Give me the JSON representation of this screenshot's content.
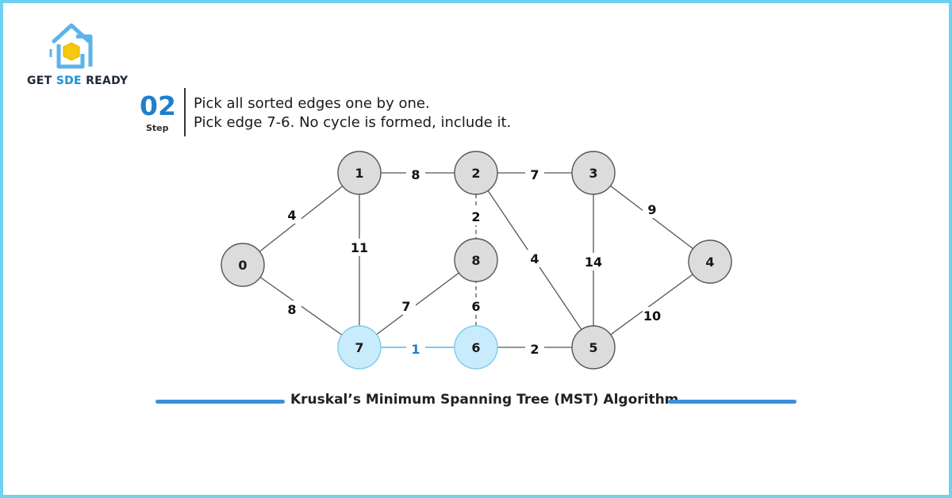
{
  "brand": {
    "name_part1": "GET",
    "name_accent": "SDE",
    "name_part2": "READY"
  },
  "step": {
    "number": "02",
    "label": "Step",
    "line1": "Pick all sorted edges one by one.",
    "line2": "Pick edge 7-6. No cycle is formed, include it."
  },
  "caption": "Kruskal’s Minimum Spanning Tree (MST) Algorithm",
  "colors": {
    "frame": "#6fd0f0",
    "accent_blue": "#1e7fcf",
    "node_fill": "#dcdcdc",
    "node_highlight": "#c8ecfb",
    "highlight_edge": "#7fc9ec",
    "edge": "#555555"
  },
  "graph": {
    "nodes": [
      {
        "id": "0",
        "label": "0",
        "highlighted": false
      },
      {
        "id": "1",
        "label": "1",
        "highlighted": false
      },
      {
        "id": "2",
        "label": "2",
        "highlighted": false
      },
      {
        "id": "3",
        "label": "3",
        "highlighted": false
      },
      {
        "id": "4",
        "label": "4",
        "highlighted": false
      },
      {
        "id": "5",
        "label": "5",
        "highlighted": false
      },
      {
        "id": "6",
        "label": "6",
        "highlighted": true
      },
      {
        "id": "7",
        "label": "7",
        "highlighted": true
      },
      {
        "id": "8",
        "label": "8",
        "highlighted": false
      }
    ],
    "edges": [
      {
        "from": "0",
        "to": "1",
        "weight": "4",
        "style": "solid",
        "selected": false
      },
      {
        "from": "0",
        "to": "7",
        "weight": "8",
        "style": "solid",
        "selected": false
      },
      {
        "from": "1",
        "to": "2",
        "weight": "8",
        "style": "solid",
        "selected": false
      },
      {
        "from": "1",
        "to": "7",
        "weight": "11",
        "style": "solid",
        "selected": false
      },
      {
        "from": "2",
        "to": "3",
        "weight": "7",
        "style": "solid",
        "selected": false
      },
      {
        "from": "2",
        "to": "8",
        "weight": "2",
        "style": "dashed",
        "selected": false
      },
      {
        "from": "2",
        "to": "5",
        "weight": "4",
        "style": "solid",
        "selected": false
      },
      {
        "from": "3",
        "to": "4",
        "weight": "9",
        "style": "solid",
        "selected": false
      },
      {
        "from": "3",
        "to": "5",
        "weight": "14",
        "style": "solid",
        "selected": false
      },
      {
        "from": "4",
        "to": "5",
        "weight": "10",
        "style": "solid",
        "selected": false
      },
      {
        "from": "5",
        "to": "6",
        "weight": "2",
        "style": "solid",
        "selected": false
      },
      {
        "from": "6",
        "to": "7",
        "weight": "1",
        "style": "solid",
        "selected": true
      },
      {
        "from": "6",
        "to": "8",
        "weight": "6",
        "style": "dashed",
        "selected": false
      },
      {
        "from": "7",
        "to": "8",
        "weight": "7",
        "style": "solid",
        "selected": false
      }
    ]
  }
}
